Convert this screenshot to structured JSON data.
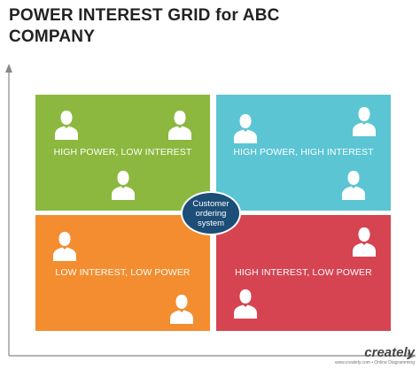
{
  "title": "POWER INTEREST GRID for ABC COMPANY",
  "center": {
    "text": "Customer ordering system",
    "color": "#1c4e77"
  },
  "quadrants": [
    {
      "id": "high-power-low-interest",
      "label": "HIGH POWER, LOW INTEREST",
      "color": "#8cb83f",
      "icon": "person-icon",
      "person_count": 3
    },
    {
      "id": "high-power-high-interest",
      "label": "HIGH POWER, HIGH INTEREST",
      "color": "#5bc5d3",
      "icon": "person-icon",
      "person_count": 3
    },
    {
      "id": "low-interest-low-power",
      "label": "LOW INTEREST, LOW POWER",
      "color": "#f38d2f",
      "icon": "person-icon",
      "person_count": 2
    },
    {
      "id": "high-interest-low-power",
      "label": "HIGH INTEREST, LOW POWER",
      "color": "#d64452",
      "icon": "person-icon",
      "person_count": 2
    }
  ],
  "branding": {
    "logo": "creately",
    "tagline": "www.creately.com • Online Diagramming"
  }
}
